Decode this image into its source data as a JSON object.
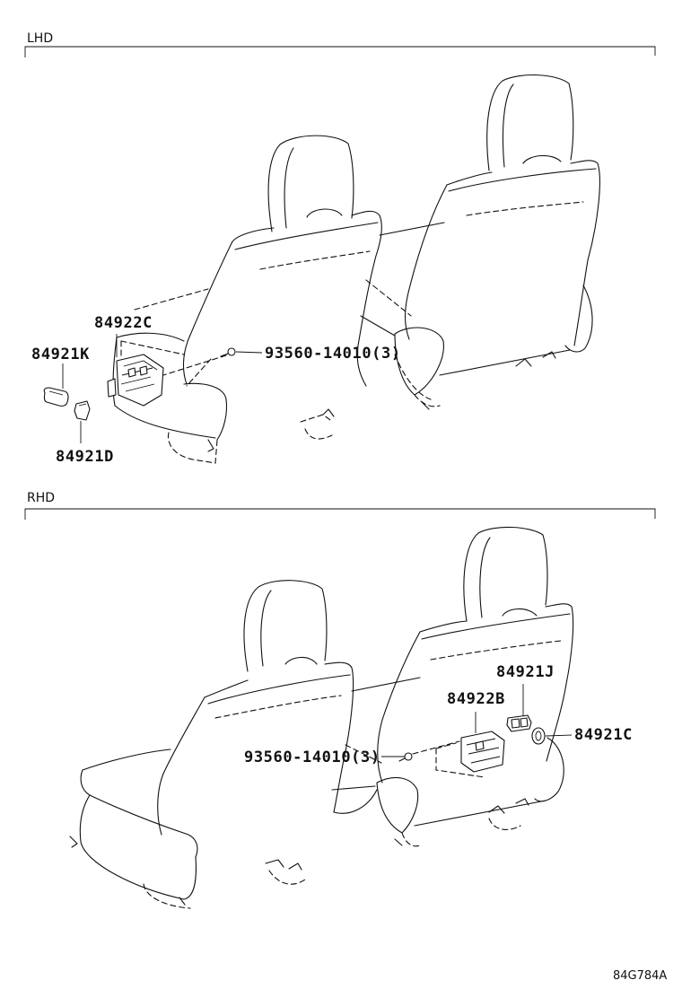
{
  "sections": {
    "lhd": {
      "title": "LHD"
    },
    "rhd": {
      "title": "RHD"
    }
  },
  "lhd_callouts": {
    "switch": "84922C",
    "knob_k": "84921K",
    "screw": "93560-14010(3)",
    "knob_d": "84921D"
  },
  "rhd_callouts": {
    "knob_j": "84921J",
    "switch": "84922B",
    "screw": "93560-14010(3)",
    "knob_c": "84921C"
  },
  "diagram_code": "84G784A"
}
